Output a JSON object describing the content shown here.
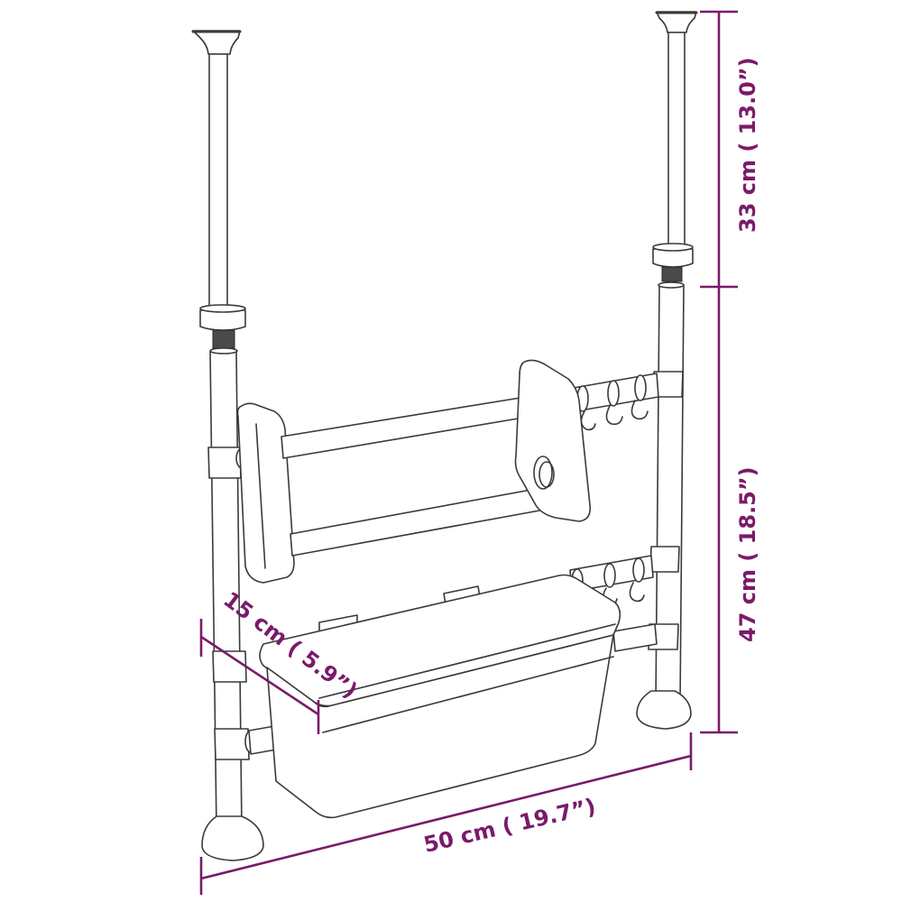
{
  "diagram": {
    "subject": "Adjustable tension-pole shelf rack with rail, hooks and basket",
    "accent_color": "#7a1a6a",
    "line_color": "#3a3a3a",
    "dimensions": {
      "upper_height": {
        "label": "33 cm ( 13.0”)",
        "metric": "33 cm",
        "imperial": "13.0\""
      },
      "lower_height": {
        "label": "47 cm ( 18.5”)",
        "metric": "47 cm",
        "imperial": "18.5\""
      },
      "depth": {
        "label": "15 cm ( 5.9”)",
        "metric": "15 cm",
        "imperial": "5.9\""
      },
      "width": {
        "label": "50 cm ( 19.7”)",
        "metric": "50 cm",
        "imperial": "19.7\""
      }
    },
    "components": [
      "left-pole",
      "right-pole",
      "double-rail-rack",
      "upper-hook-bar",
      "lower-hook-bar",
      "basket",
      "foot-pads",
      "ceiling-caps",
      "adjustment-nuts"
    ]
  }
}
